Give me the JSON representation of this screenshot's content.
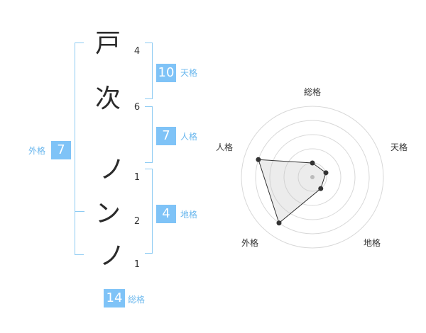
{
  "name_chars": [
    {
      "char": "戸",
      "strokes": "4"
    },
    {
      "char": "次",
      "strokes": "6"
    },
    {
      "char": "ノ",
      "strokes": "1"
    },
    {
      "char": "ン",
      "strokes": "2"
    },
    {
      "char": "ノ",
      "strokes": "1"
    }
  ],
  "fortunes": {
    "tenkaku": {
      "value": "10",
      "label": "天格"
    },
    "jinkaku": {
      "value": "7",
      "label": "人格"
    },
    "chikaku": {
      "value": "4",
      "label": "地格"
    },
    "gaikaku": {
      "value": "7",
      "label": "外格"
    },
    "soukaku": {
      "value": "14",
      "label": "総格"
    }
  },
  "chart_data": {
    "type": "radar",
    "axes": [
      "総格",
      "天格",
      "地格",
      "外格",
      "人格"
    ],
    "values": [
      1,
      1,
      1,
      4,
      4
    ],
    "max": 5,
    "rings": 5,
    "grid": true
  },
  "colors": {
    "accent": "#7fc3f7",
    "label": "#6cb8ee",
    "bracket": "#8dcbf3"
  }
}
